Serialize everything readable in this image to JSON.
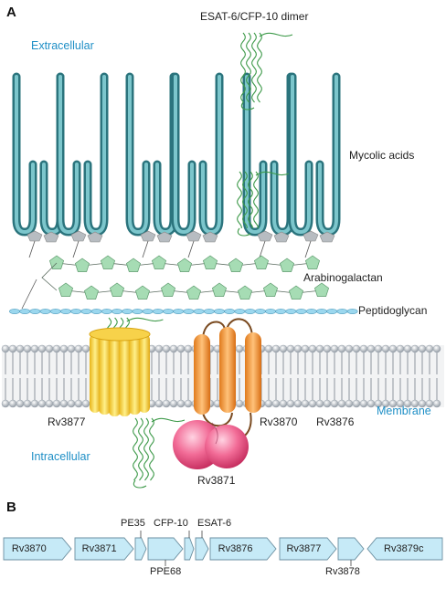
{
  "panels": {
    "a": "A",
    "b": "B"
  },
  "labels": {
    "esat_dimer": "ESAT-6/CFP-10 dimer",
    "extracellular": "Extracellular",
    "mycolic_acids": "Mycolic acids",
    "arabinogalactan": "Arabinogalactan",
    "peptidoglycan": "Peptidoglycan",
    "membrane": "Membrane",
    "intracellular": "Intracellular",
    "rv3877": "Rv3877",
    "rv3870": "Rv3870",
    "rv3876": "Rv3876",
    "rv3871": "Rv3871"
  },
  "genes": [
    {
      "label": "Rv3870",
      "direction": "right"
    },
    {
      "label": "Rv3871",
      "direction": "right"
    },
    {
      "label": "PE35",
      "direction": "right"
    },
    {
      "label": "PPE68",
      "direction": "right"
    },
    {
      "label": "CFP-10",
      "direction": "right"
    },
    {
      "label": "ESAT-6",
      "direction": "right"
    },
    {
      "label": "Rv3876",
      "direction": "right"
    },
    {
      "label": "Rv3877",
      "direction": "right"
    },
    {
      "label": "Rv3878",
      "direction": "right"
    },
    {
      "label": "Rv3879c",
      "direction": "left"
    }
  ],
  "colors": {
    "mycolic": "#3f9aa3",
    "arabinogalactan": "#9fd9ae",
    "peptidoglycan": "#8fd2ea",
    "membrane_head": "#9aa3ad",
    "rv3877": "#f2c530",
    "rv3870": "#ef9a35",
    "rv3871": "#e8467a",
    "esat": "#3e9a4a",
    "gene_fill": "#c6eaf7",
    "label_blue": "#1f8fc6"
  }
}
